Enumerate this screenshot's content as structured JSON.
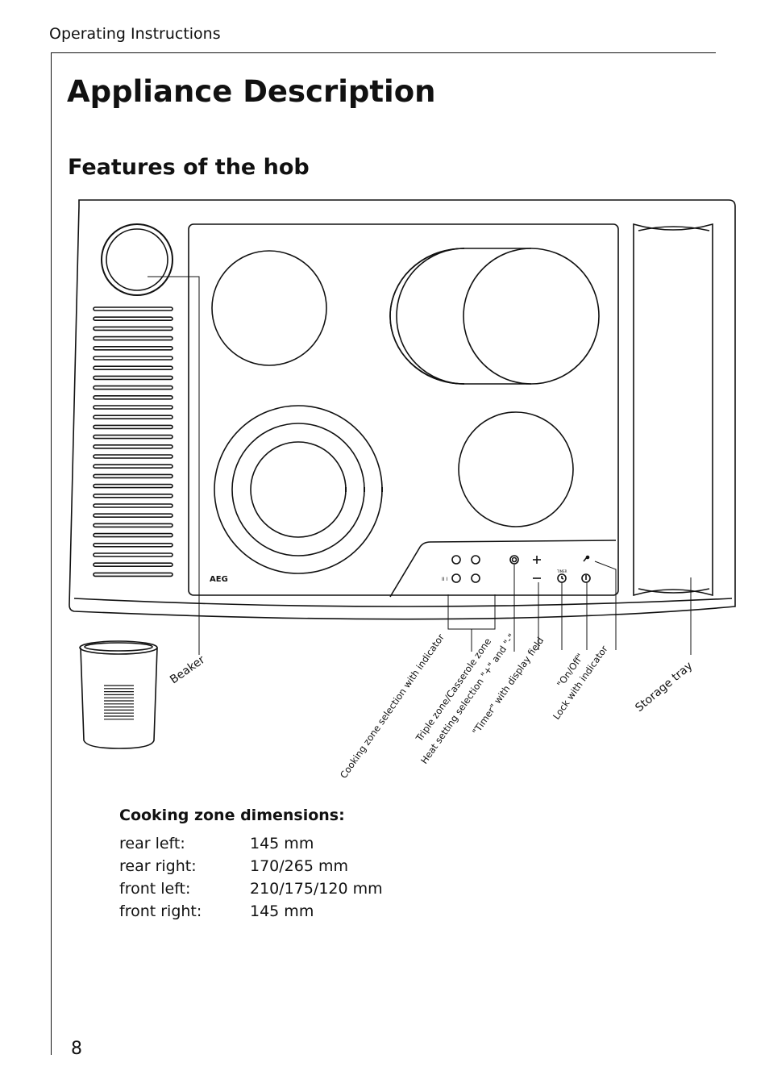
{
  "header": {
    "label": "Operating Instructions"
  },
  "title": "Appliance Description",
  "section_title": "Features of the hob",
  "diagram": {
    "brand": "AEG",
    "control_labels": {
      "timer_small": "TIMER",
      "zone_small": "II I"
    },
    "callouts": {
      "beaker": "Beaker",
      "cooking_zone_selection": "Cooking zone selection with indicator",
      "triple_zone": "Triple zone/Casserole zone",
      "heat_setting": "Heat setting selection \"+\" and \"-\"",
      "timer": "\"Timer\" with display field",
      "on_off": "\"On/Off\"",
      "lock": "Lock with indicator",
      "storage_tray": "Storage  tray"
    }
  },
  "dimensions": {
    "heading": "Cooking zone dimensions:",
    "rows": [
      {
        "label": "rear left:",
        "value": "145 mm"
      },
      {
        "label": "rear right:",
        "value": "170/265 mm"
      },
      {
        "label": "front left:",
        "value": "210/175/120 mm"
      },
      {
        "label": "front right:",
        "value": "145 mm"
      }
    ]
  },
  "page_number": "8"
}
